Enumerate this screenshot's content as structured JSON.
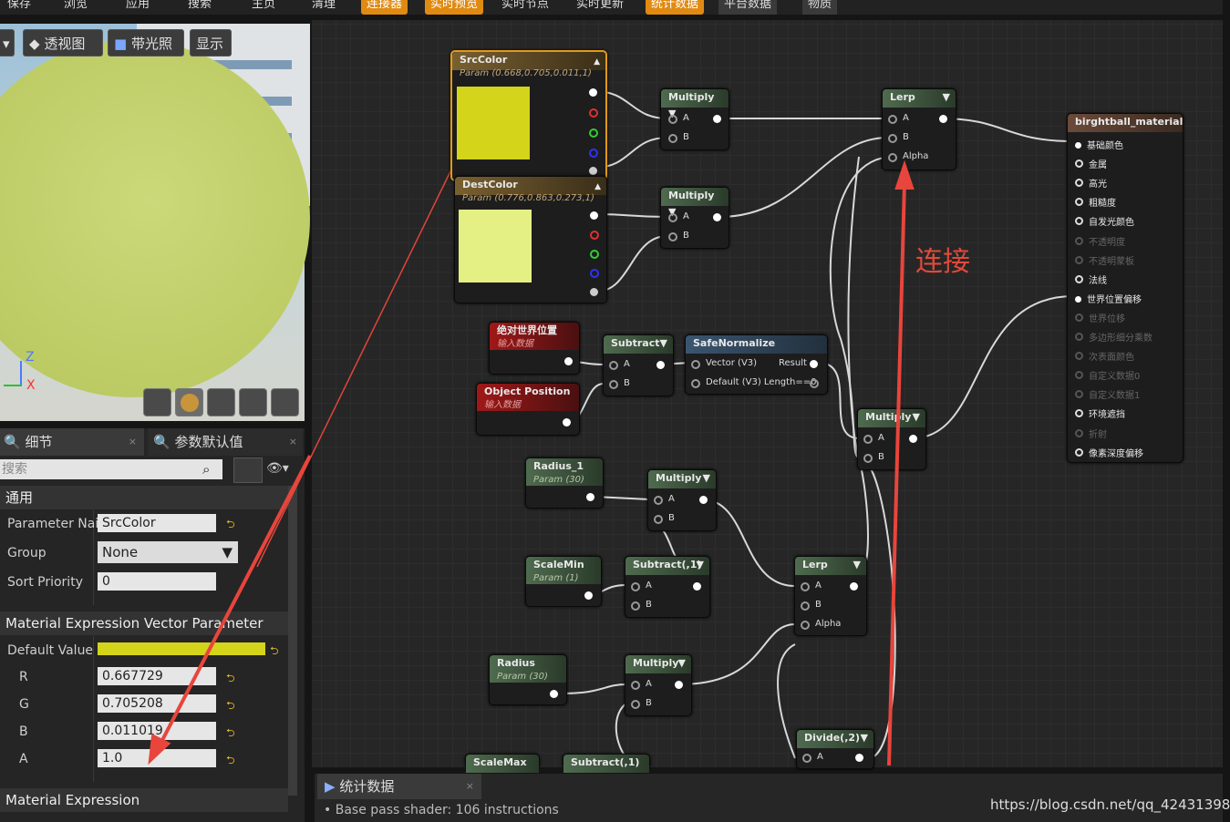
{
  "toolbar": {
    "items": [
      {
        "label": "保存",
        "state": "normal"
      },
      {
        "label": "浏览",
        "state": "normal"
      },
      {
        "label": "应用",
        "state": "normal"
      },
      {
        "label": "搜索",
        "state": "normal"
      },
      {
        "label": "主页",
        "state": "normal"
      },
      {
        "label": "清理",
        "state": "normal"
      },
      {
        "label": "连接器",
        "state": "on"
      },
      {
        "label": "实时预览",
        "state": "on"
      },
      {
        "label": "实时节点",
        "state": "normal"
      },
      {
        "label": "实时更新",
        "state": "normal"
      },
      {
        "label": "统计数据",
        "state": "on"
      },
      {
        "label": "平台数据",
        "state": "dark"
      },
      {
        "label": "物质",
        "state": "dark"
      }
    ]
  },
  "viewport": {
    "perspective_label": "透视图",
    "lit_label": "带光照",
    "show_label": "显示",
    "axis_z": "Z",
    "axis_x": "X",
    "sphere_color": "#bccb63"
  },
  "details": {
    "tab_details": "细节",
    "tab_params": "参数默认值",
    "search_placeholder": "搜索",
    "section_general": "通用",
    "param_name_label": "Parameter Nai",
    "param_name_value": "SrcColor",
    "group_label": "Group",
    "group_value": "None",
    "sort_label": "Sort Priority",
    "sort_value": "0",
    "section_vector": "Material Expression Vector Parameter",
    "default_label": "Default Value",
    "default_color": "#d4d41a",
    "r_label": "R",
    "r_value": "0.667729",
    "g_label": "G",
    "g_value": "0.705208",
    "b_label": "B",
    "b_value": "0.011019",
    "a_label": "A",
    "a_value": "1.0",
    "section_expr": "Material Expression"
  },
  "graph": {
    "src": {
      "title": "SrcColor",
      "sub": "Param (0.668,0.705,0.011,1)",
      "swatch": "#d4d41a"
    },
    "dest": {
      "title": "DestColor",
      "sub": "Param (0.776,0.863,0.273,1)",
      "swatch": "#e4ef84"
    },
    "mul1": {
      "title": "Multiply",
      "a": "A",
      "b": "B"
    },
    "mul2": {
      "title": "Multiply",
      "a": "A",
      "b": "B"
    },
    "lerp1": {
      "title": "Lerp",
      "a": "A",
      "b": "B",
      "alpha": "Alpha"
    },
    "abs": {
      "title": "绝对世界位置",
      "sub": "输入数据"
    },
    "objpos": {
      "title": "Object Position",
      "sub": "输入数据"
    },
    "subtract1": {
      "title": "Subtract",
      "a": "A",
      "b": "B"
    },
    "safe": {
      "title": "SafeNormalize",
      "in1": "Vector (V3)",
      "out1": "Result",
      "in2": "Default (V3) Length==0"
    },
    "mul3": {
      "title": "Multiply",
      "a": "A",
      "b": "B"
    },
    "radius1": {
      "title": "Radius_1",
      "sub": "Param (30)"
    },
    "mul4": {
      "title": "Multiply",
      "a": "A",
      "b": "B"
    },
    "scalemin": {
      "title": "ScaleMin",
      "sub": "Param (1)"
    },
    "subtract2": {
      "title": "Subtract(,1)",
      "a": "A",
      "b": "B"
    },
    "lerp2": {
      "title": "Lerp",
      "a": "A",
      "b": "B",
      "alpha": "Alpha"
    },
    "radius": {
      "title": "Radius",
      "sub": "Param (30)"
    },
    "mul5": {
      "title": "Multiply",
      "a": "A",
      "b": "B"
    },
    "divide": {
      "title": "Divide(,2)",
      "a": "A"
    },
    "scalemax": {
      "title": "ScaleMax"
    },
    "subtract3": {
      "title": "Subtract(,1)"
    },
    "material": {
      "title": "birghtball_material",
      "pins": [
        "基础颜色",
        "金属",
        "高光",
        "粗糙度",
        "自发光颜色",
        "不透明度",
        "不透明蒙板",
        "法线",
        "世界位置偏移",
        "世界位移",
        "多边形细分乘数",
        "次表面颜色",
        "自定义数据0",
        "自定义数据1",
        "环境遮挡",
        "折射",
        "像素深度偏移"
      ],
      "enabled": [
        true,
        true,
        true,
        true,
        true,
        false,
        false,
        true,
        true,
        false,
        false,
        false,
        false,
        false,
        true,
        false,
        true
      ]
    },
    "annotation": "连接"
  },
  "stats": {
    "tab": "统计数据",
    "line": "Base pass shader: 106 instructions"
  },
  "watermark": "https://blog.csdn.net/qq_42431398"
}
